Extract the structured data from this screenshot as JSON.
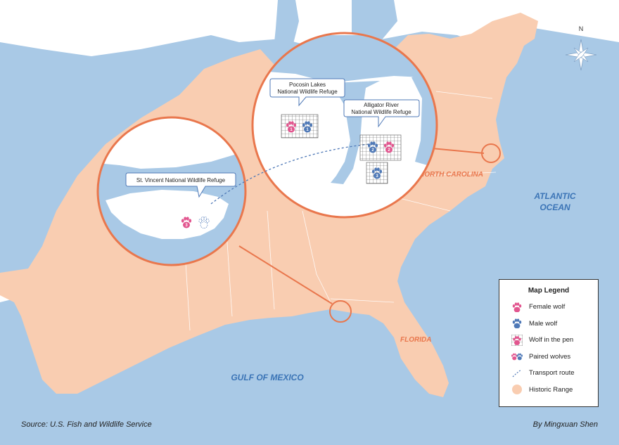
{
  "labels": {
    "gulf": "GULF OF MEXICO",
    "atlantic_line1": "ATLANTIC",
    "atlantic_line2": "OCEAN",
    "north_carolina": "NORTH CAROLINA",
    "florida": "FLORIDA",
    "compass_n": "N"
  },
  "callouts": {
    "pocosin_line1": "Pocosin Lakes",
    "pocosin_line2": "National Wildlife Refuge",
    "alligator_line1": "Alligator River",
    "alligator_line2": "National Wildlife Refuge",
    "st_vincent": "St. Vincent National Wildlife Refuge"
  },
  "wolves": [
    {
      "id": "1",
      "sex": "female",
      "location": "Pocosin Lakes",
      "in_pen": true
    },
    {
      "id": "1",
      "sex": "male",
      "location": "Pocosin Lakes",
      "in_pen": true
    },
    {
      "id": "2",
      "sex": "male",
      "location": "Alligator River",
      "in_pen": true
    },
    {
      "id": "2",
      "sex": "female",
      "location": "Alligator River",
      "in_pen": true
    },
    {
      "id": "3",
      "sex": "male",
      "location": "Alligator River",
      "in_pen": true
    },
    {
      "id": "3",
      "sex": "female",
      "location": "St. Vincent",
      "in_pen": false
    }
  ],
  "legend": {
    "title": "Map Legend",
    "items": [
      {
        "label": "Female wolf"
      },
      {
        "label": "Male wolf"
      },
      {
        "label": "Wolf in the pen"
      },
      {
        "label": "Paired wolves"
      },
      {
        "label": "Transport route"
      },
      {
        "label": "Historic Range"
      }
    ]
  },
  "colors": {
    "water": "#a9c9e6",
    "historic_range": "#f9cdb1",
    "land_outside": "#ffffff",
    "female": "#e2568f",
    "male": "#4f79b7",
    "callout_ring": "#e9774d"
  },
  "credits": {
    "source": "Source: U.S. Fish and Wildlife Service",
    "author": "By Mingxuan Shen"
  }
}
